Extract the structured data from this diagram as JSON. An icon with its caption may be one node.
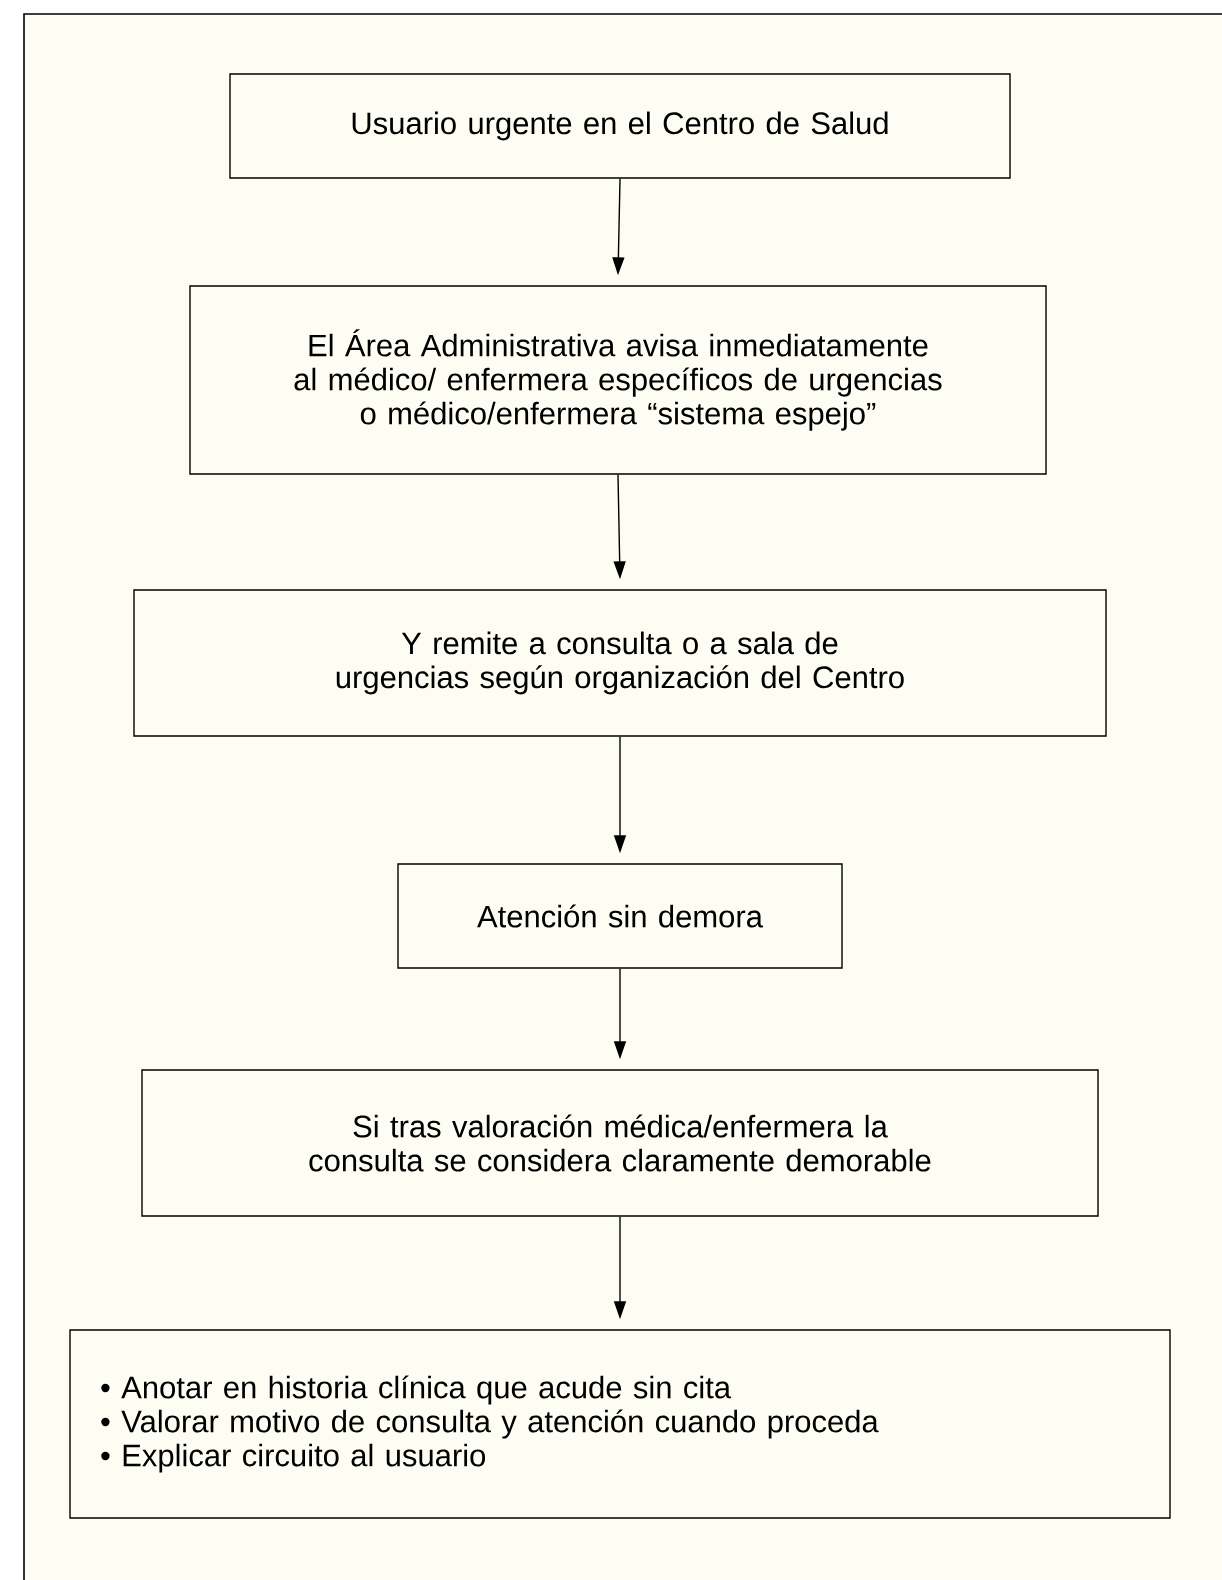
{
  "diagram": {
    "nodes": [
      {
        "text": [
          "Usuario urgente en el Centro de Salud"
        ]
      },
      {
        "text": [
          "El Área Administrativa avisa inmediatamente al médico/ enfermera específicos de urgencias o  médico/enfermera “sistema espejo”"
        ]
      },
      {
        "text": [
          "Y remite a consulta o a sala de urgencias según organización del Centro"
        ]
      },
      {
        "text": [
          "Atención sin demora"
        ]
      },
      {
        "text": [
          "Si tras valoración médica/enfermera la consulta se considera claramente demorable"
        ]
      },
      {
        "text": [
          "• Anotar en historia clínica que acude sin cita",
          "• Valorar motivo de consulta y atención cuando proceda",
          "• Explicar circuito al usuario"
        ]
      }
    ],
    "edges": [
      {
        "from": 0,
        "to": 1,
        "arrow": "to"
      },
      {
        "from": 1,
        "to": 2,
        "arrow": "to"
      },
      {
        "from": 2,
        "to": 3,
        "arrow": "to"
      },
      {
        "from": 3,
        "to": 4,
        "arrow": "to"
      },
      {
        "from": 4,
        "to": 5,
        "arrow": "to"
      }
    ]
  }
}
